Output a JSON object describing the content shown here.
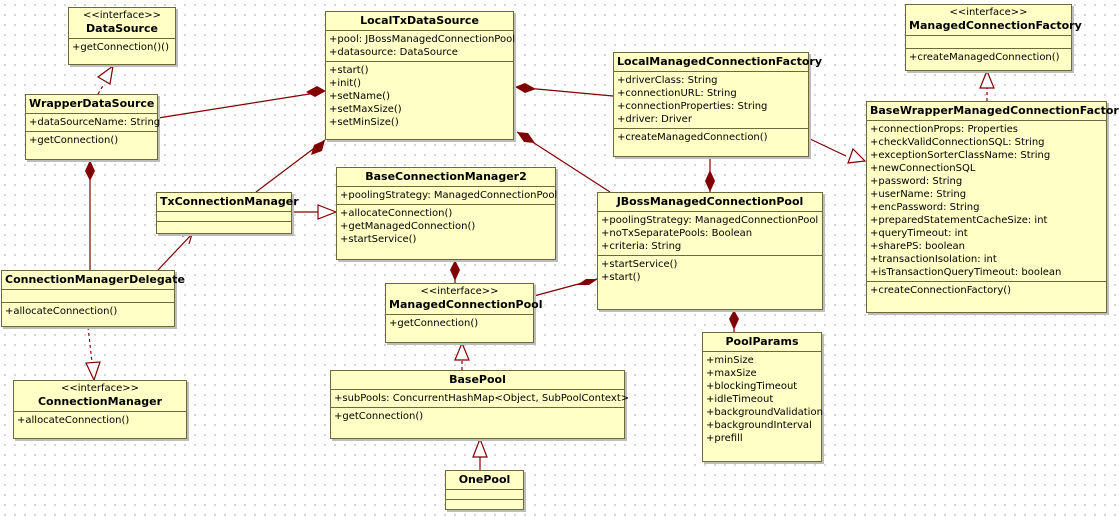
{
  "colors": {
    "fill": "#ffffc6",
    "border": "#6a6a3a",
    "edge": "#800000"
  },
  "classes": {
    "datasource": {
      "stereotype": "<<interface>>",
      "name": "DataSource",
      "attributes": [],
      "operations": [
        "+getConnection()()"
      ]
    },
    "localtx": {
      "name": "LocalTxDataSource",
      "attributes": [
        "+pool: JBossManagedConnectionPool",
        "+datasource: DataSource"
      ],
      "operations": [
        "+start()",
        "+init()",
        "+setName()",
        "+setMaxSize()",
        "+setMinSize()"
      ]
    },
    "mcf_iface": {
      "stereotype": "<<interface>>",
      "name": "ManagedConnectionFactory",
      "attributes": [],
      "operations": [
        "+createManagedConnection()"
      ]
    },
    "wrapperds": {
      "name": "WrapperDataSource",
      "attributes": [
        "+dataSourceName: String"
      ],
      "operations": [
        "+getConnection()"
      ]
    },
    "localmcf": {
      "name": "LocalManagedConnectionFactory",
      "attributes": [
        "+driverClass: String",
        "+connectionURL: String",
        "+connectionProperties: String",
        "+driver: Driver"
      ],
      "operations": [
        "+createManagedConnection()"
      ]
    },
    "basewrapper": {
      "name": "BaseWrapperManagedConnectionFactory",
      "attributes": [
        "+connectionProps: Properties",
        "+checkValidConnectionSQL: String",
        "+exceptionSorterClassName: String",
        "+newConnectionSQL",
        "+password: String",
        "+userName: String",
        "+encPassword: String",
        "+preparedStatementCacheSize: int",
        "+queryTimeout: int",
        "+sharePS: boolean",
        "+transactionIsolation: int",
        "+isTransactionQueryTimeout: boolean"
      ],
      "operations": [
        "+createConnectionFactory()"
      ]
    },
    "txcm": {
      "name": "TxConnectionManager",
      "attributes": [],
      "operations": []
    },
    "bcm2": {
      "name": "BaseConnectionManager2",
      "attributes": [
        "+poolingStrategy: ManagedConnectionPool"
      ],
      "operations": [
        "+allocateConnection()",
        "+getManagedConnection()",
        "+startService()"
      ]
    },
    "jbosspool": {
      "name": "JBossManagedConnectionPool",
      "attributes": [
        "+poolingStrategy: ManagedConnectionPool",
        "+noTxSeparatePools: Boolean",
        "+criteria: String"
      ],
      "operations": [
        "+startService()",
        "+start()"
      ]
    },
    "cmdelegate": {
      "name": "ConnectionManagerDelegate",
      "attributes": [],
      "operations": [
        "+allocateConnection()"
      ]
    },
    "mcpool": {
      "stereotype": "<<interface>>",
      "name": "ManagedConnectionPool",
      "attributes": [],
      "operations": [
        "+getConnection()"
      ]
    },
    "poolparams": {
      "name": "PoolParams",
      "attributes": [
        "+minSize",
        "+maxSize",
        "+blockingTimeout",
        "+idleTimeout",
        "+backgroundValidation",
        "+backgroundInterval",
        "+prefill"
      ],
      "operations": []
    },
    "cm_iface": {
      "stereotype": "<<interface>>",
      "name": "ConnectionManager",
      "attributes": [],
      "operations": [
        "+allocateConnection()"
      ]
    },
    "basepool": {
      "name": "BasePool",
      "attributes": [
        "+subPools: ConcurrentHashMap<Object, SubPoolContext>"
      ],
      "operations": [
        "+getConnection()"
      ]
    },
    "onepool": {
      "name": "OnePool",
      "attributes": [],
      "operations": []
    }
  }
}
